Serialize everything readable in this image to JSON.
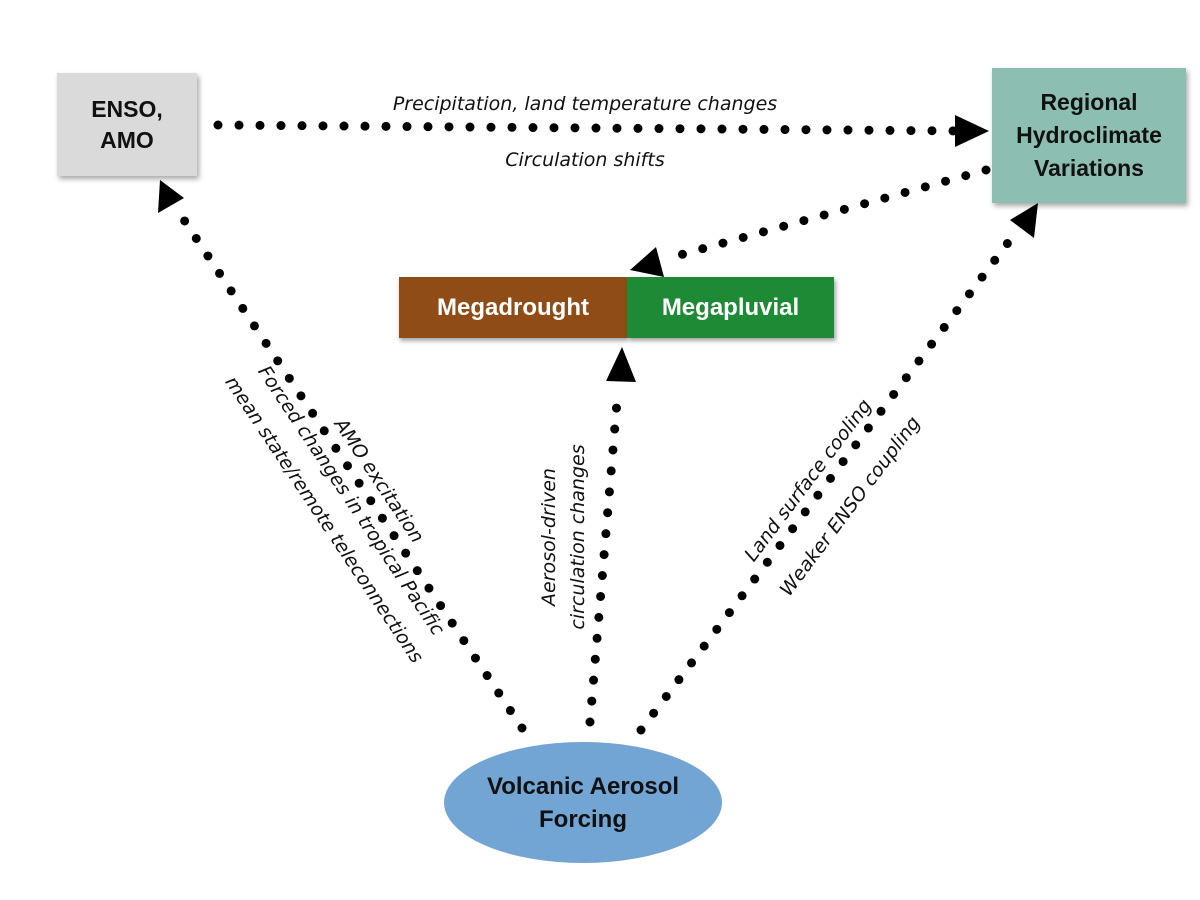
{
  "nodes": {
    "enso": "ENSO,\nAMO",
    "hydroclimate": "Regional\nHydroclimate\nVariations",
    "megadrought": "Megadrought",
    "megapluvial": "Megapluvial",
    "volcanic": "Volcanic Aerosol\nForcing"
  },
  "labels": {
    "precip": "Precipitation, land temperature changes",
    "circulation": "Circulation shifts",
    "amo_excitation": "AMO excitation",
    "forced_changes": "Forced changes in tropical Pacific",
    "mean_state": "mean state/remote teleconnections",
    "aerosol_driven": "Aerosol-driven",
    "circulation_changes": "circulation changes",
    "land_surface": "Land surface cooling",
    "weaker_enso": "Weaker ENSO coupling"
  },
  "colors": {
    "enso_box": "#dadadb",
    "hydro_box": "#8cbeb2",
    "megadrought": "#8f4c16",
    "megapluvial": "#1e8a36",
    "volcanic": "#72a5d3",
    "arrows": "#000000"
  }
}
